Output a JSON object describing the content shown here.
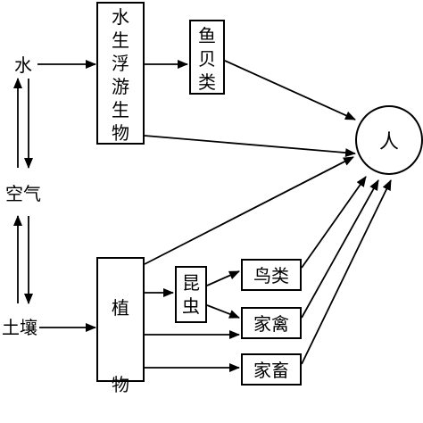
{
  "nodes": {
    "water": "水",
    "air": "空气",
    "soil": "土壤",
    "plankton": "水生浮游生物",
    "fish_shellfish": "鱼贝类",
    "plants": "植物",
    "insects": "昆虫",
    "birds": "鸟类",
    "poultry": "家禽",
    "livestock": "家畜",
    "human": "人"
  }
}
